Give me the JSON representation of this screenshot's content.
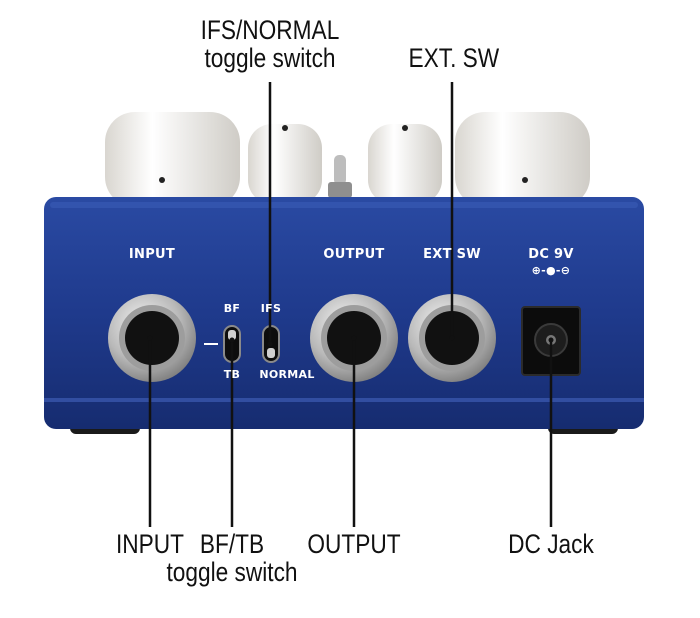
{
  "callouts": {
    "ifs_normal": {
      "line1": "IFS/NORMAL",
      "line2": "toggle switch"
    },
    "ext_sw": "EXT. SW",
    "input": "INPUT",
    "bf_tb": {
      "line1": "BF/TB",
      "line2": "toggle switch"
    },
    "output": "OUTPUT",
    "dc_jack": "DC Jack"
  },
  "panel": {
    "input": "INPUT",
    "output": "OUTPUT",
    "ext_sw": "EXT SW",
    "dc": "DC 9V",
    "polarity": "⊕-●-⊖",
    "bf": "BF",
    "tb": "TB",
    "ifs": "IFS",
    "normal": "NORMAL"
  },
  "colors": {
    "enclosure": "#1f3a8c",
    "knob": "#f2f0ec",
    "jack_metal": "#c8c8c8",
    "leader_line": "#111111"
  }
}
